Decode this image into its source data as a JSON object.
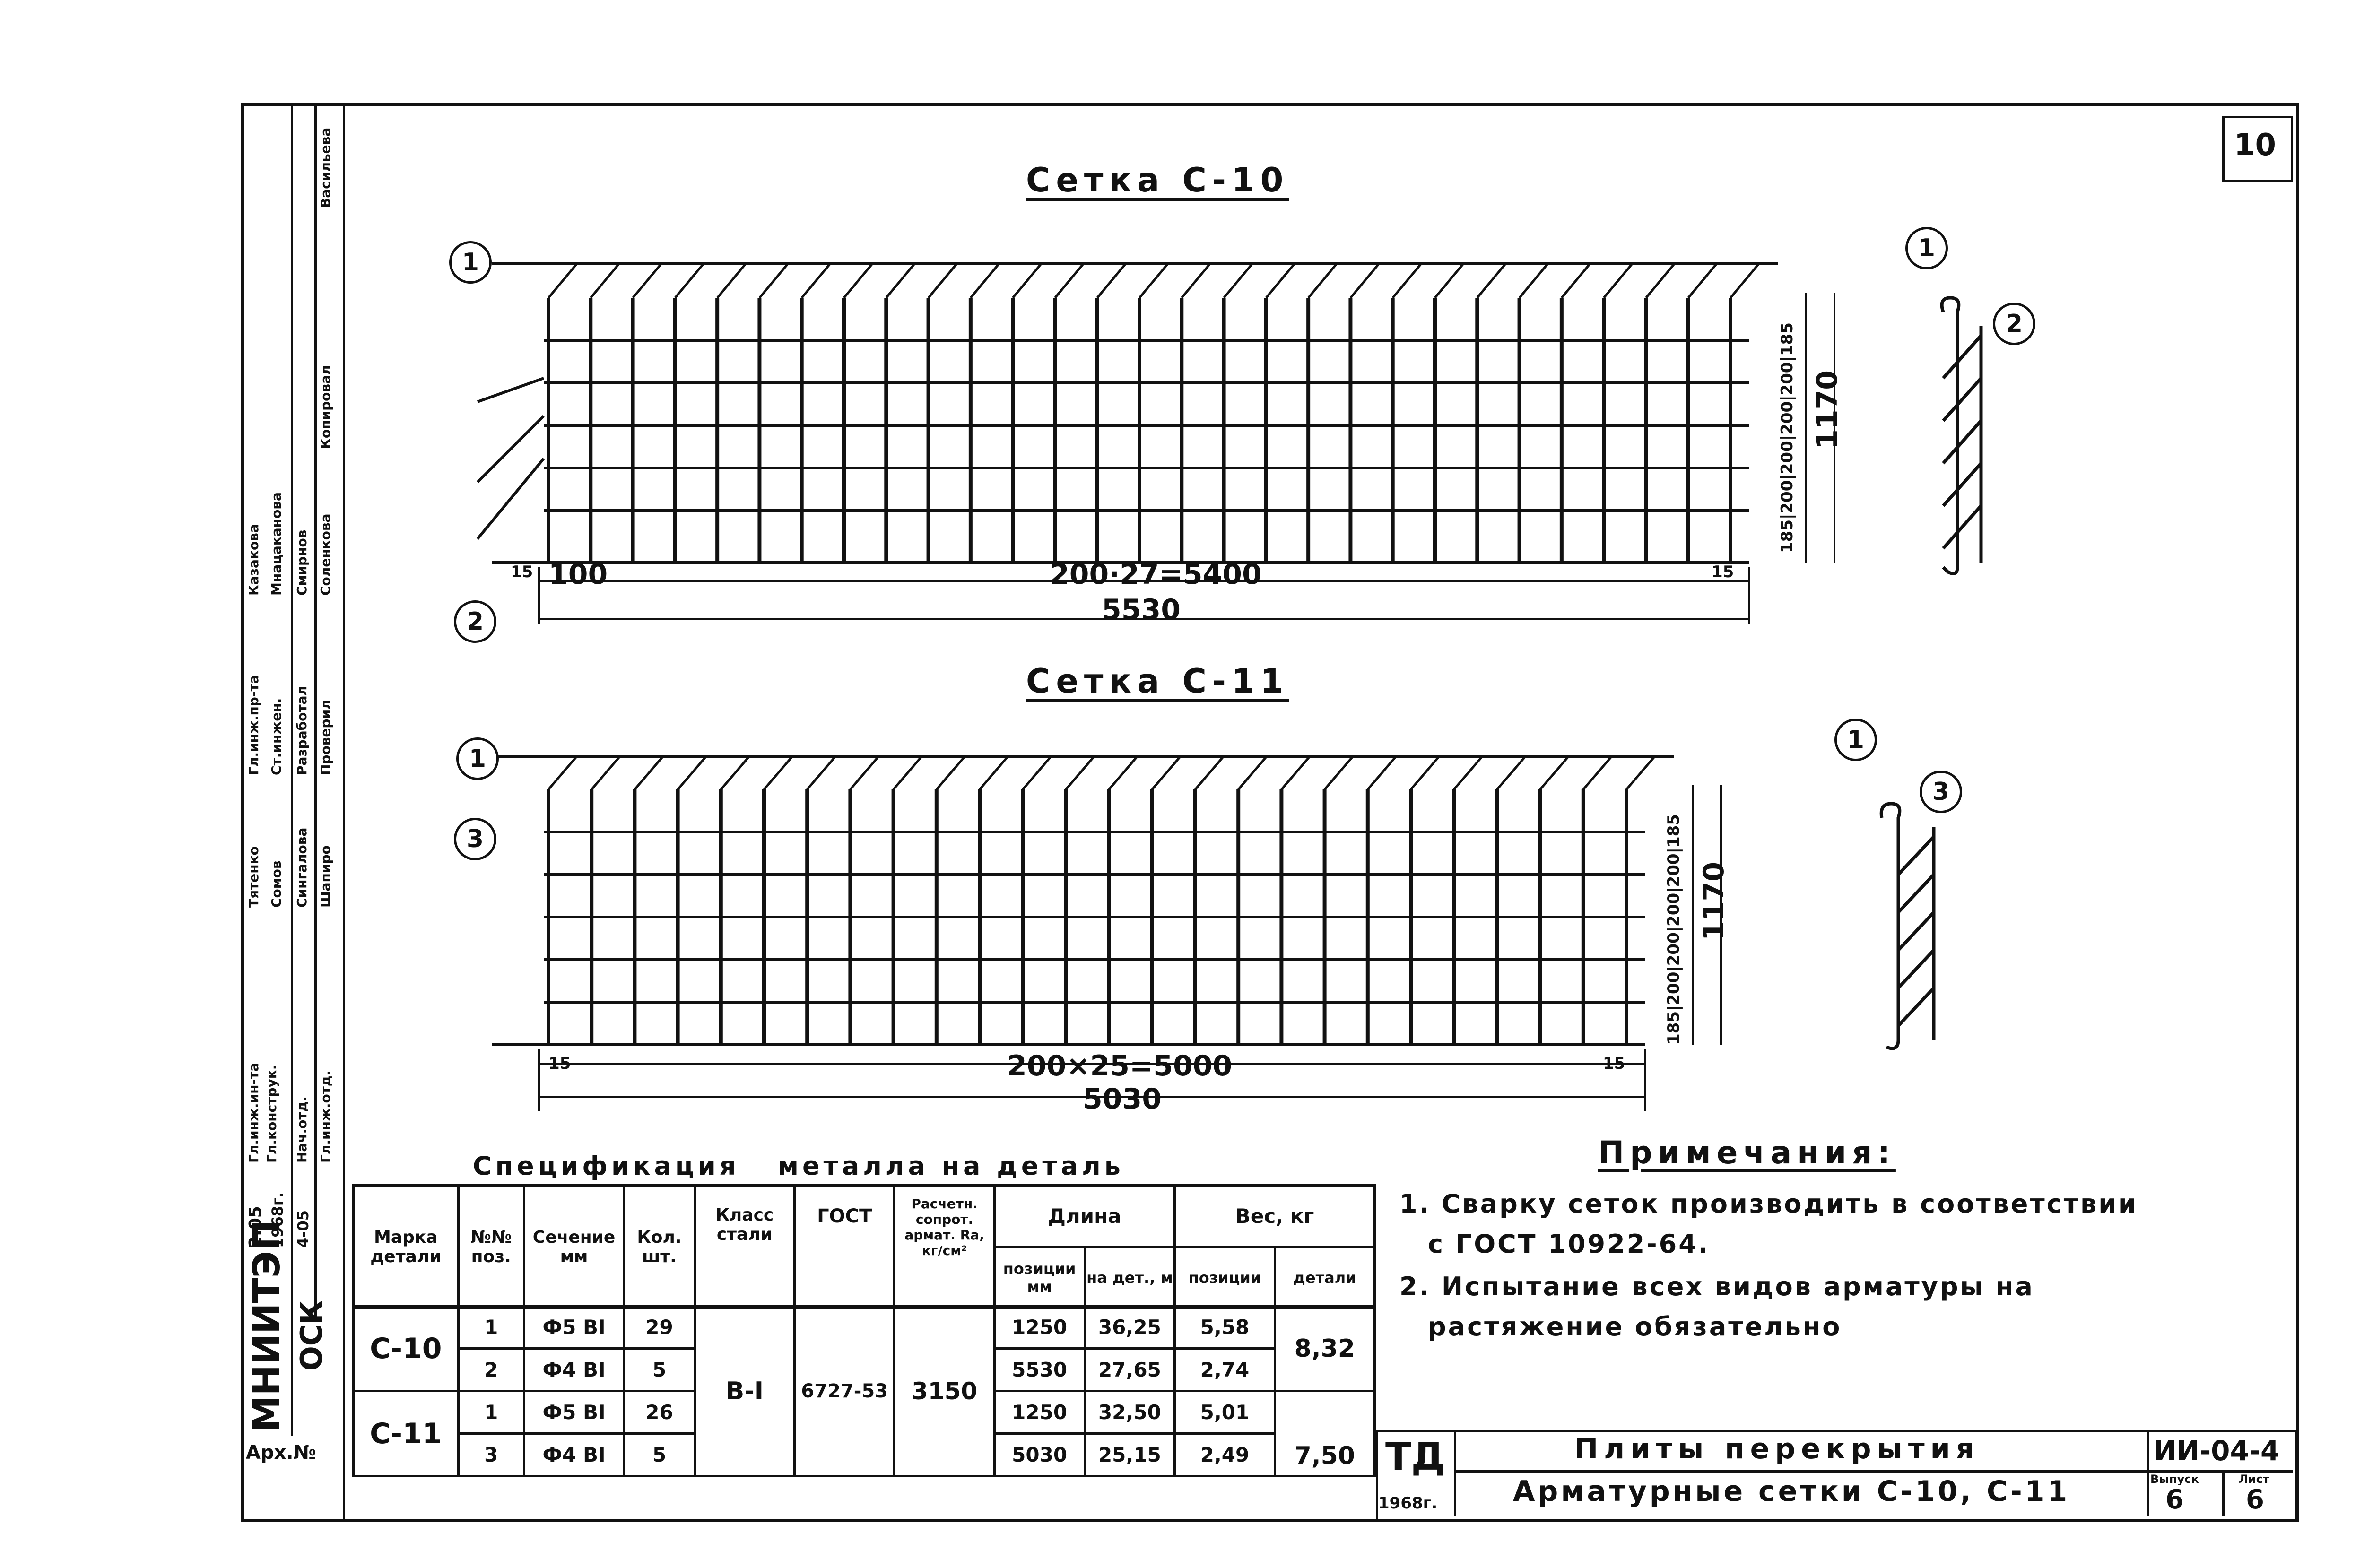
{
  "sheet": {
    "number": "10",
    "stamp_code": "ИИ-04-4",
    "org": "МНИИТЭП",
    "dept": "ОСК",
    "arch": "Арх.№",
    "year_label": "1968г.",
    "logo": "ТД",
    "title_line1": "Плиты перекрытия",
    "title_line2": "Арматурные сетки С-10, С-11",
    "issue_label": "Выпуск",
    "issue_value": "6",
    "sheet_label": "Лист",
    "sheet_value": "6",
    "side_codes": [
      "2.05",
      "1968г.",
      "4-05"
    ],
    "staff_roles": [
      "Гл.инж.ин-та",
      "Гл.конструк.",
      "Нач.отд.",
      "Гл.инж.отд.",
      "Гл.инж.пр-та",
      "Ст.инжен.",
      "Разработал",
      "Проверил"
    ],
    "staff_names": [
      "Тятенко",
      "Сомов",
      "Сингалова",
      "Шапиро",
      "Казакова",
      "Мнацаканова",
      "Смирнов",
      "Соленкова"
    ],
    "side_top": [
      "Васильева",
      "Копировал"
    ]
  },
  "mesh_c10": {
    "title": "Сетка С-10",
    "dim_top": "200·27=5400",
    "dim_edge_left": "15",
    "dim_edge_right": "15",
    "dim_edge_100": "100",
    "dim_total": "5530",
    "dim_vertical": "185|200|200|200|200|185",
    "dim_height": "1170",
    "marker_1": "1",
    "marker_2": "2"
  },
  "mesh_c11": {
    "title": "Сетка С-11",
    "dim_top": "200×25=5000",
    "dim_edge_left": "15",
    "dim_edge_right": "15",
    "dim_total": "5030",
    "dim_vertical": "185|200|200|200|200|185",
    "dim_height": "1170",
    "marker_1": "1",
    "marker_3": "3"
  },
  "spec": {
    "title": "Спецификация   металла на деталь",
    "headers": {
      "mark": "Марка детали",
      "pos": "№№ поз.",
      "section": "Сечение мм",
      "qty": "Кол. шт.",
      "steel": "Класс стали",
      "gost": "ГОСТ",
      "resist": "Расчетн. сопрот. армат. Rа, кг/см²",
      "length": "Длина",
      "len_pos": "позиции мм",
      "len_det": "на дет., м",
      "weight": "Вес, кг",
      "w_pos": "позиции",
      "w_det": "детали"
    },
    "rows": [
      {
        "mark": "С-10",
        "pos": "1",
        "section": "Ф5 ВI",
        "qty": "29",
        "len_pos": "1250",
        "len_det": "36,25",
        "w_pos": "5,58"
      },
      {
        "mark": "",
        "pos": "2",
        "section": "Ф4 ВI",
        "qty": "5",
        "len_pos": "5530",
        "len_det": "27,65",
        "w_pos": "2,74"
      },
      {
        "mark": "С-11",
        "pos": "1",
        "section": "Ф5 ВI",
        "qty": "26",
        "len_pos": "1250",
        "len_det": "32,50",
        "w_pos": "5,01"
      },
      {
        "mark": "",
        "pos": "3",
        "section": "Ф4 ВI",
        "qty": "5",
        "len_pos": "5030",
        "len_det": "25,15",
        "w_pos": "2,49"
      }
    ],
    "steel": "В-I",
    "gost": "6727-53",
    "resist": "3150",
    "w_det_c10": "8,32",
    "w_det_c11": "7,50"
  },
  "notes": {
    "title": "Примечания:",
    "items": [
      "1. Сварку сеток производить в соответствии",
      "с ГОСТ 10922-64.",
      "2. Испытание всех видов арматуры на",
      "растяжение обязательно"
    ]
  }
}
